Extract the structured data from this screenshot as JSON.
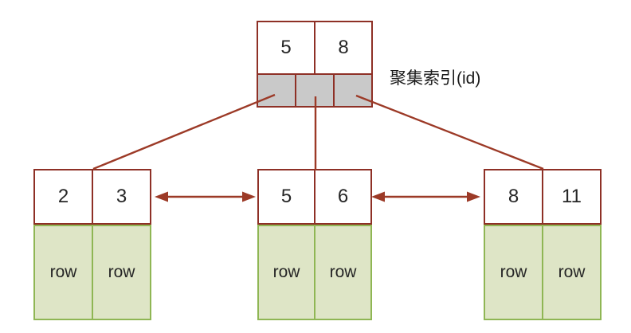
{
  "colors": {
    "background": "#ffffff",
    "node_border": "#8e3026",
    "connector": "#9c3a27",
    "pointer_fill": "#c9c9c9",
    "row_fill": "#dee5c6",
    "row_border": "#8fb654",
    "text": "#262626"
  },
  "root": {
    "keys": [
      "5",
      "8"
    ],
    "label": "聚集索引(id)"
  },
  "leaves": [
    {
      "keys": [
        "2",
        "3"
      ],
      "rows": [
        "row",
        "row"
      ]
    },
    {
      "keys": [
        "5",
        "6"
      ],
      "rows": [
        "row",
        "row"
      ]
    },
    {
      "keys": [
        "8",
        "11"
      ],
      "rows": [
        "row",
        "row"
      ]
    }
  ]
}
